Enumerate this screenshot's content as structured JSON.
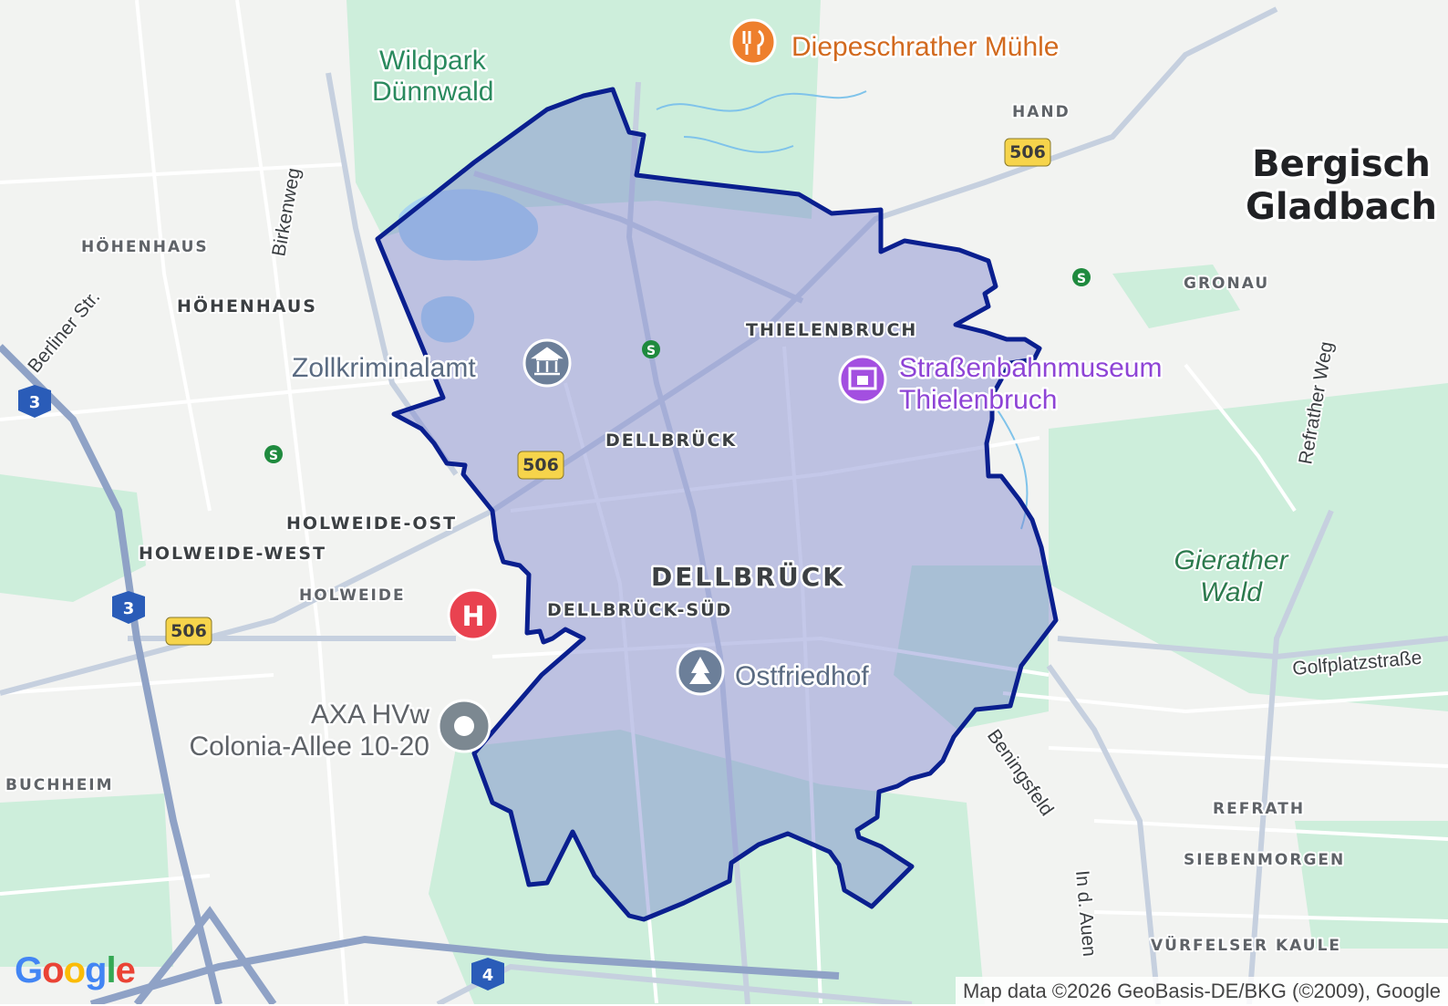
{
  "map": {
    "region_name": "DELLBRÜCK",
    "colors": {
      "background": "#f2f3f1",
      "green_area": "#cdeedb",
      "water": "#a8d4f0",
      "road_major": "#c6d0df",
      "road_minor": "#ffffff",
      "highway": "#8fa2c6",
      "boundary_stroke": "#0a1f8f",
      "boundary_fill": "#7d86cf"
    },
    "city_labels": [
      {
        "id": "bergisch",
        "text": "Bergisch"
      },
      {
        "id": "gladbach",
        "text": "Gladbach"
      }
    ],
    "district_labels": {
      "hoehenhaus_sm": "HÖHENHAUS",
      "hoehenhaus": "HÖHENHAUS",
      "hand": "HAND",
      "gronau": "GRONAU",
      "thielenbruch": "THIELENBRUCH",
      "dellbrueck_sm": "DELLBRÜCK",
      "dellbrueck": "DELLBRÜCK",
      "holweide_ost": "HOLWEIDE-OST",
      "holweide_west": "HOLWEIDE-WEST",
      "holweide": "HOLWEIDE",
      "dellbrueck_sued": "DELLBRÜCK-SÜD",
      "buchheim": "BUCHHEIM",
      "refrath": "REFRATH",
      "siebenmorgen": "SIEBENMORGEN",
      "vuerfelser_kaule": "VÜRFELSER KAULE"
    },
    "pois": {
      "diepeschrather": {
        "text": "Diepeschrather Mühle",
        "icon": "restaurant-icon"
      },
      "wildpark_1": "Wildpark",
      "wildpark_2": "Dünnwald",
      "zollkriminalamt": {
        "text": "Zollkriminalamt",
        "icon": "government-building-icon"
      },
      "strassenbahn_1": "Straßenbahnmuseum",
      "strassenbahn_2": "Thielenbruch",
      "strassenbahn_icon": "museum-icon",
      "ostfriedhof": {
        "text": "Ostfriedhof",
        "icon": "cemetery-icon"
      },
      "axa_1": "AXA HVw",
      "axa_2": "Colonia-Allee 10-20",
      "axa_icon": "location-pin-icon",
      "hospital_icon": "hospital-icon",
      "hospital_letter": "H"
    },
    "forest_labels": {
      "gierather_1": "Gierather",
      "gierather_2": "Wald"
    },
    "street_labels": {
      "berliner": "Berliner Str.",
      "birkenweg": "Birkenweg",
      "refrather": "Refrather Weg",
      "golfplatz": "Golfplatzstraße",
      "beningsfeld": "Beningsfeld",
      "in_d_auen": "In d. Auen"
    },
    "route_shields": {
      "b506": "506",
      "a3": "3",
      "a4": "4"
    },
    "transit_icon": "s-bahn-icon",
    "transit_letter": "S"
  },
  "attribution": {
    "copyright": "Map data ©2026 GeoBasis-DE/BKG (©2009), Google",
    "logo": {
      "letters": [
        "G",
        "o",
        "o",
        "g",
        "l",
        "e"
      ],
      "colors": [
        "#4285f4",
        "#ea4335",
        "#fbbc05",
        "#4285f4",
        "#34a853",
        "#ea4335"
      ]
    }
  }
}
